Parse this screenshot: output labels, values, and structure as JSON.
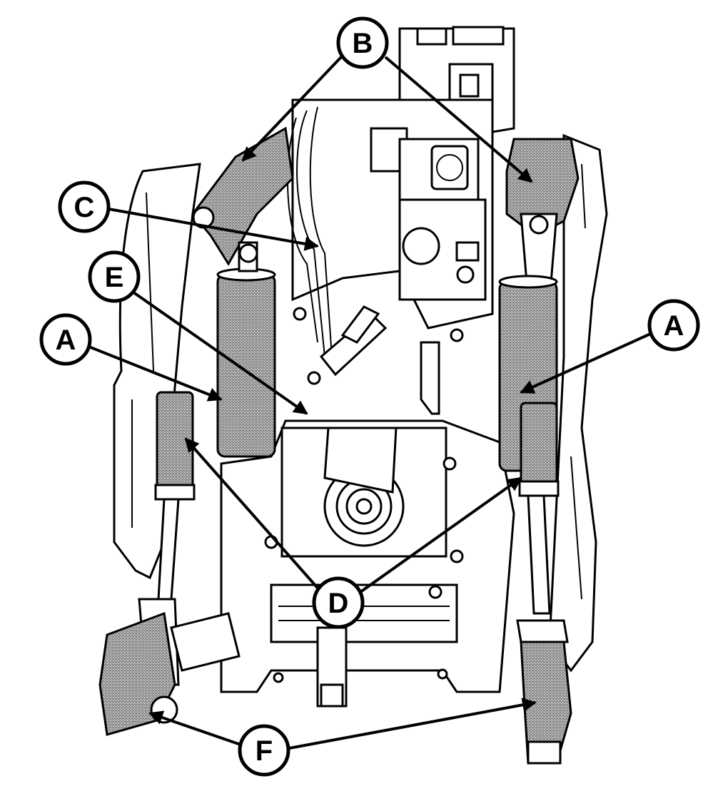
{
  "callouts": {
    "a_left": {
      "letter": "A"
    },
    "a_right": {
      "letter": "A"
    },
    "b": {
      "letter": "B"
    },
    "c": {
      "letter": "C"
    },
    "d": {
      "letter": "D"
    },
    "e": {
      "letter": "E"
    },
    "f": {
      "letter": "F"
    }
  }
}
